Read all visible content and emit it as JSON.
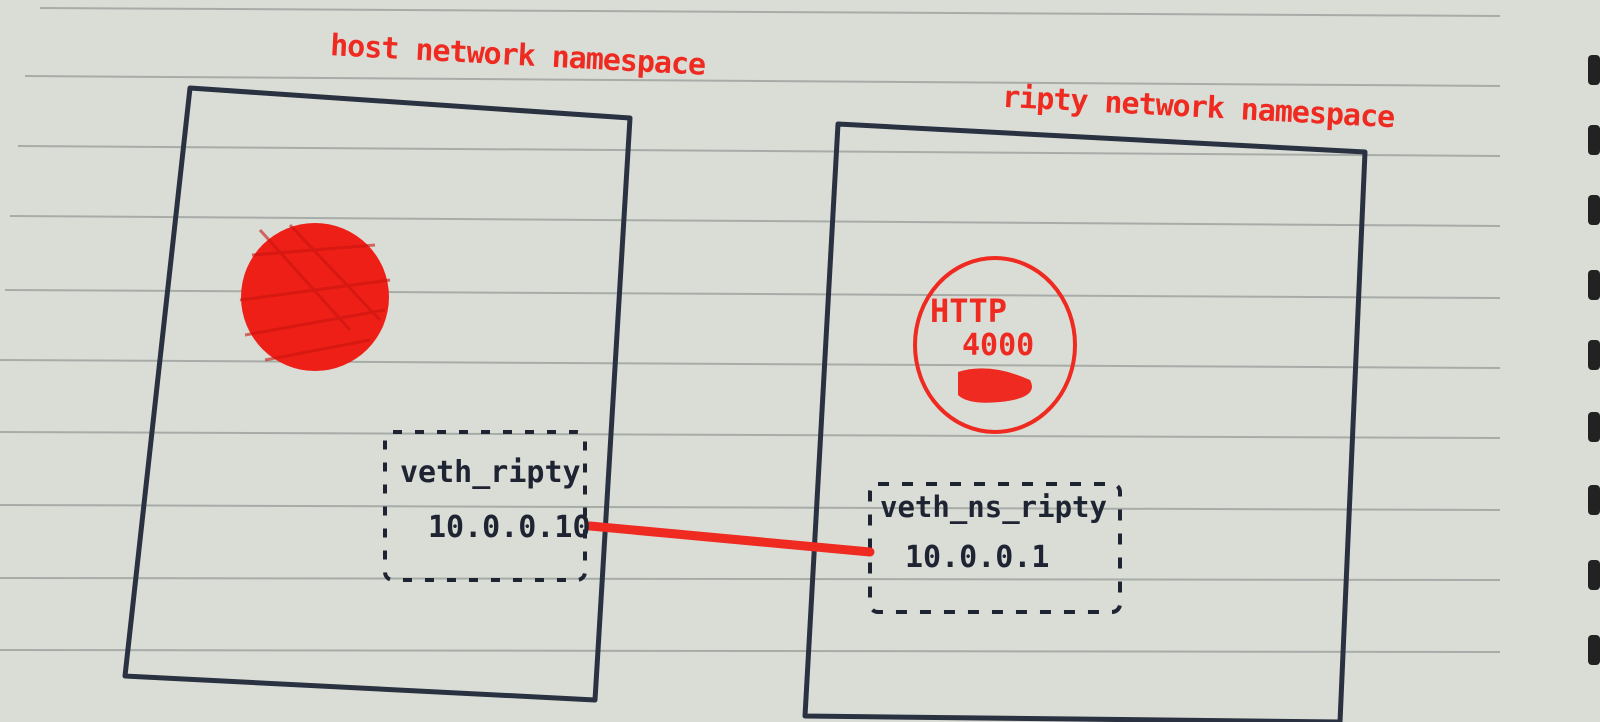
{
  "host_namespace": {
    "title": "host network namespace",
    "veth": {
      "name": "veth_ripty",
      "ip": "10.0.0.10"
    }
  },
  "ripty_namespace": {
    "title": "ripty network namespace",
    "service": {
      "protocol": "HTTP",
      "port": "4000"
    },
    "veth": {
      "name": "veth_ns_ripty",
      "ip": "10.0.0.1"
    }
  },
  "colors": {
    "paper": "#d9ddd6",
    "rule": "#a7aca8",
    "ink": "#1f2433",
    "red": "#ef2a21"
  }
}
